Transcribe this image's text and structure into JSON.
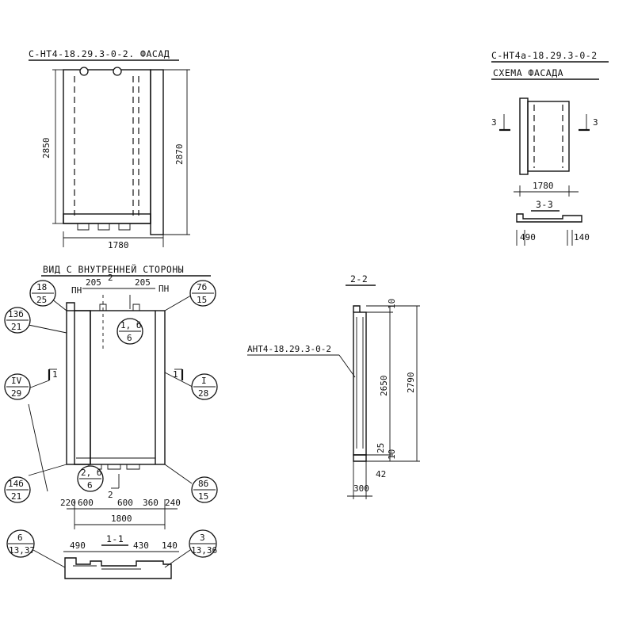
{
  "titles": {
    "facade": "С-НТ4-18.29.3-0-2. ФАСАД",
    "scheme_code": "С-НТ4а-18.29.3-0-2",
    "scheme": "СХЕМА ФАСАДА",
    "inner_view": "ВИД С ВНУТРЕННЕЙ СТОРОНЫ",
    "section_2": "2-2",
    "section_3": "3-3",
    "section_1": "1-1",
    "section_2_ref": "АНТ4-18.29.3-0-2"
  },
  "dims": {
    "facade_height_left": "2850",
    "facade_height_right": "2870",
    "facade_width": "1780",
    "scheme_width": "1780",
    "scheme_cut": "3",
    "s33_left": "490",
    "s33_right": "140",
    "inner_pn_left": "ПН",
    "inner_pn_right": "ПН",
    "inner_205_left": "205",
    "inner_205_right": "205",
    "inner_cut_2_top": "2",
    "inner_cut_2_bottom": "2",
    "inner_cut_1": "1",
    "bottom_220": "220",
    "bottom_600a": "600",
    "bottom_600b": "600",
    "bottom_360": "360",
    "bottom_240": "240",
    "bottom_total": "1800",
    "s11_490": "490",
    "s11_430": "430",
    "s11_140": "140",
    "s22_10top": "10",
    "s22_2650": "2650",
    "s22_2790": "2790",
    "s22_25": "25",
    "s22_10bot": "10",
    "s22_42": "42",
    "s22_300": "300"
  },
  "callouts": [
    {
      "top": "18",
      "bottom": "25"
    },
    {
      "top": "7б",
      "bottom": "15"
    },
    {
      "top": "13б",
      "bottom": "21"
    },
    {
      "top": "1, б",
      "bottom": "6"
    },
    {
      "top": "IV",
      "bottom": "29"
    },
    {
      "top": "I",
      "bottom": "28"
    },
    {
      "top": "2, б",
      "bottom": "6"
    },
    {
      "top": "14б",
      "bottom": "21"
    },
    {
      "top": "8б",
      "bottom": "15"
    },
    {
      "top": "6",
      "bottom": "13,37"
    },
    {
      "top": "3",
      "bottom": "13,36"
    }
  ]
}
